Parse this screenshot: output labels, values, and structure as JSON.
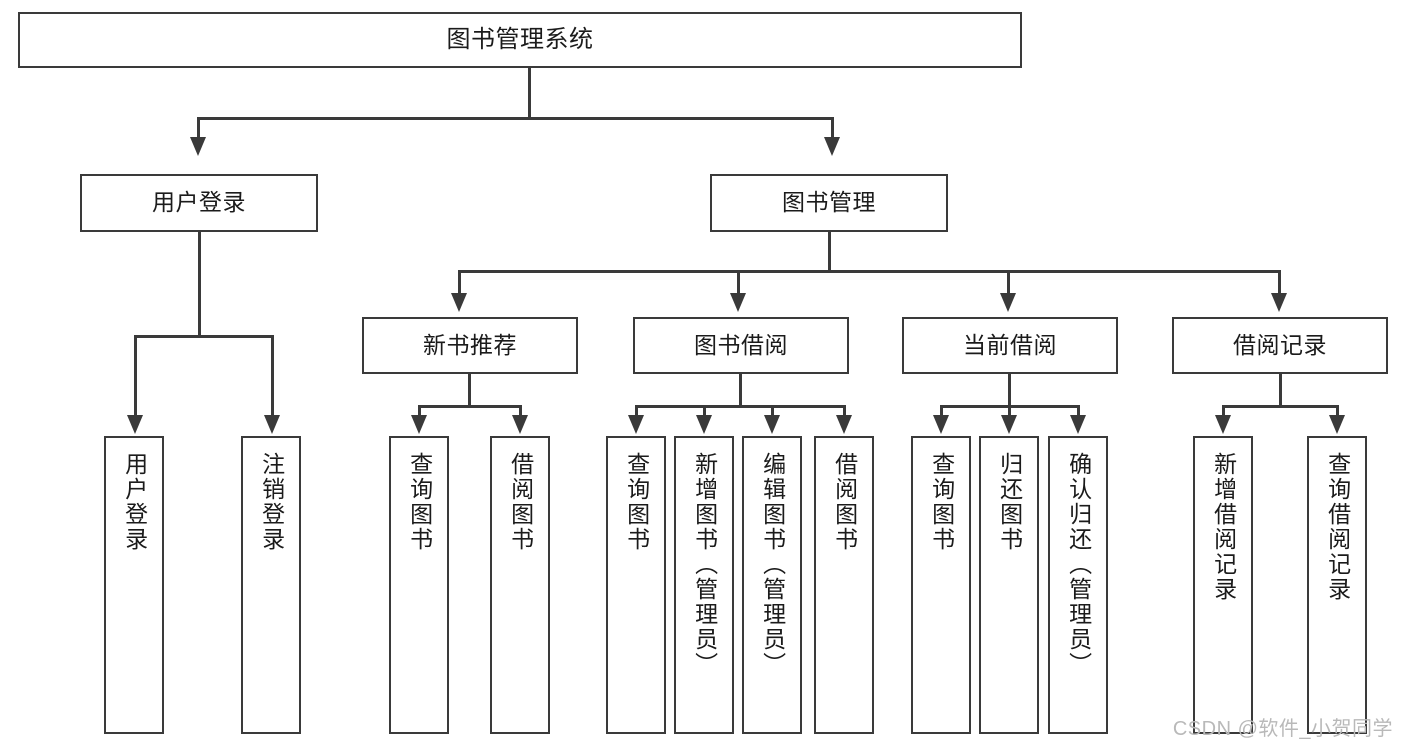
{
  "diagram": {
    "title": "图书管理系统",
    "type": "功能结构图",
    "watermark": "CSDN @软件_小贺同学",
    "colors": {
      "stroke": "#3a3a3a",
      "fill": "#ffffff",
      "text": "#1b1b1b",
      "watermark": "#b9b9b9"
    }
  },
  "root": {
    "label": "图书管理系统"
  },
  "level2": [
    {
      "label": "用户登录"
    },
    {
      "label": "图书管理"
    }
  ],
  "level3": [
    {
      "label": "新书推荐"
    },
    {
      "label": "图书借阅"
    },
    {
      "label": "当前借阅"
    },
    {
      "label": "借阅记录"
    }
  ],
  "leaves": {
    "user_login": [
      {
        "label": "用户登录"
      },
      {
        "label": "注销登录"
      }
    ],
    "new_book": [
      {
        "label": "查询图书"
      },
      {
        "label": "借阅图书"
      }
    ],
    "borrow": [
      {
        "label": "查询图书"
      },
      {
        "label": "新增图书（管理员）"
      },
      {
        "label": "编辑图书（管理员）"
      },
      {
        "label": "借阅图书"
      }
    ],
    "current": [
      {
        "label": "查询图书"
      },
      {
        "label": "归还图书"
      },
      {
        "label": "确认归还（管理员）"
      }
    ],
    "records": [
      {
        "label": "新增借阅记录"
      },
      {
        "label": "查询借阅记录"
      }
    ]
  }
}
